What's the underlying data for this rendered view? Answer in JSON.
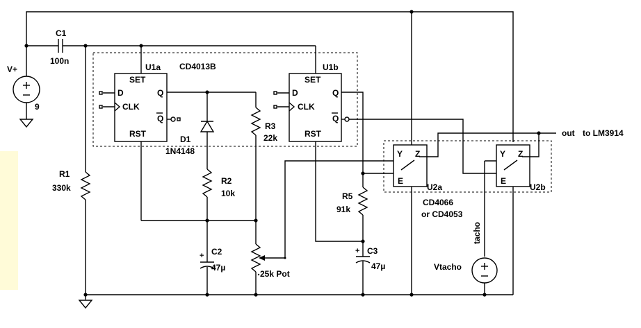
{
  "colors": {
    "wire": "#000000",
    "background": "#ffffff",
    "highlight": "#fffbd8"
  },
  "labels": {
    "c1_name": "C1",
    "c1_value": "100n",
    "vplus_name": "V+",
    "vplus_value": "9",
    "u1a": "U1a",
    "u1b": "U1b",
    "cd4013b": "CD4013B",
    "set": "SET",
    "rst": "RST",
    "d": "D",
    "clk": "CLK",
    "q": "Q",
    "qbar": "Q",
    "d1_name": "D1",
    "d1_value": "1N4148",
    "r1_name": "R1",
    "r1_value": "330k",
    "r2_name": "R2",
    "r2_value": "10k",
    "r3_name": "R3",
    "r3_value": "22k",
    "r5_name": "R5",
    "r5_value": "91k",
    "c2_name": "C2",
    "c2_value": "47µ",
    "c3_name": "C3",
    "c3_value": "47µ",
    "pot": "25k Pot",
    "out": "out",
    "to_lm3914": "to LM3914",
    "y": "Y",
    "z": "Z",
    "e": "E",
    "u2a": "U2a",
    "u2b": "U2b",
    "cd4066": "CD4066",
    "or_cd4053": "or CD4053",
    "tacho": "tacho",
    "vtacho": "Vtacho",
    "plus": "+"
  }
}
